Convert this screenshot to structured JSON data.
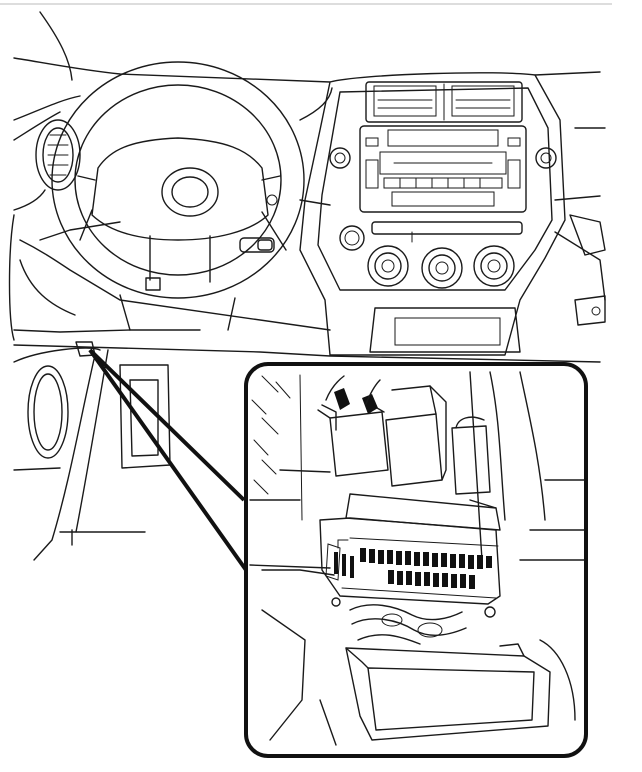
{
  "figure": {
    "kind": "fuse box location illustration",
    "colors": {
      "stroke": "#1a1a1a",
      "background": "#ffffff",
      "fuse_fill": "#111111"
    },
    "parts": [
      "steering-wheel",
      "dashboard",
      "center-console",
      "air-vent",
      "audio-unit",
      "climate-knob",
      "kick-panel",
      "callout-pointer",
      "detail-panel",
      "fuse-block",
      "fuse-cover"
    ]
  }
}
